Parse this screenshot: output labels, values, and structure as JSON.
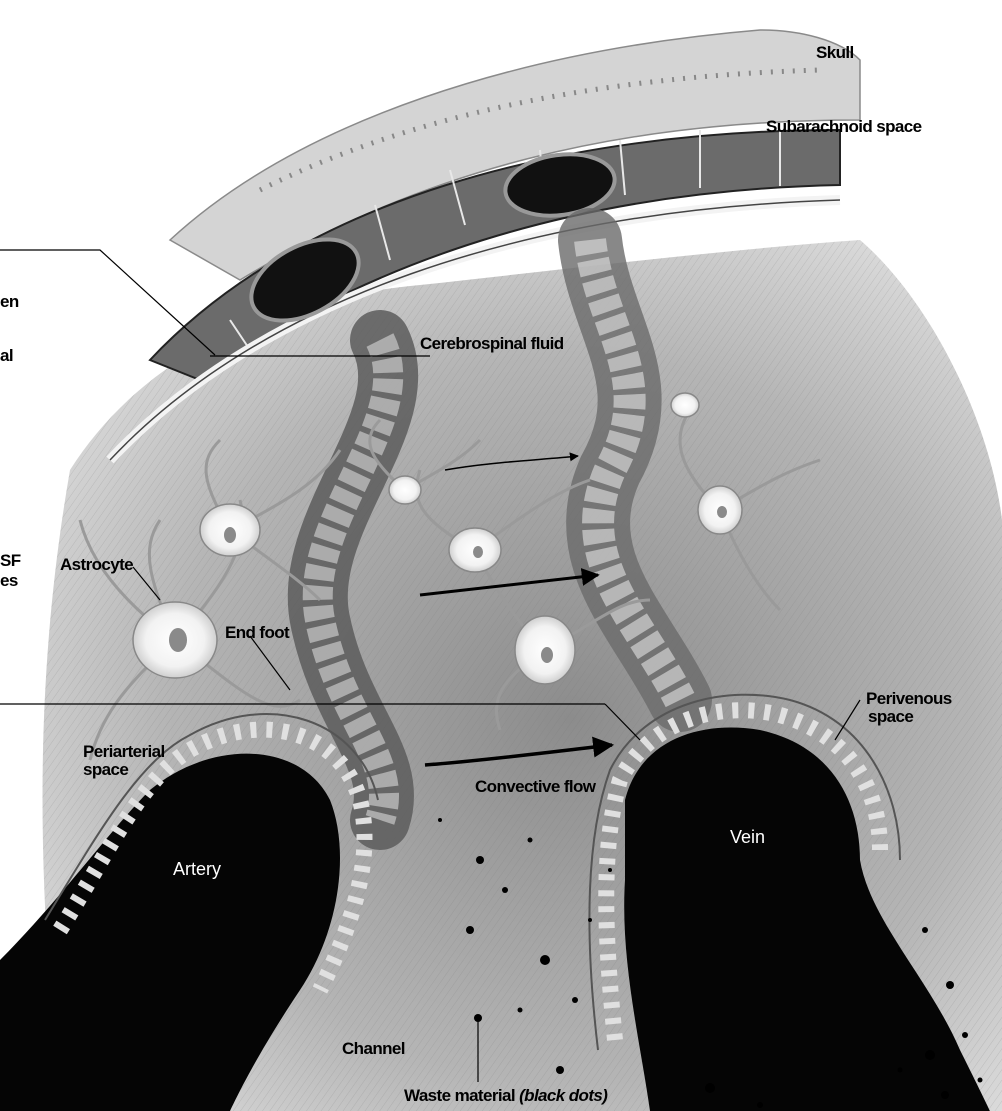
{
  "labels": {
    "skull": "Skull",
    "subarachnoid_space": "Subarachnoid space",
    "cerebrospinal_fluid": "Cerebrospinal fluid",
    "astrocyte": "Astrocyte",
    "end_foot": "End foot",
    "periarterial_space_line1": "Periarterial",
    "periarterial_space_line2": "space",
    "perivenous_space_line1": "Perivenous",
    "perivenous_space_line2": "space",
    "convective_flow": "Convective flow",
    "artery": "Artery",
    "vein": "Vein",
    "channel": "Channel",
    "waste_material": "Waste material",
    "waste_material_note": "(black dots)"
  },
  "cropped_text": {
    "left_1": "en",
    "left_2": "al",
    "left_3": "SF",
    "left_4": "es"
  },
  "colors": {
    "vessel_fill": "#050505",
    "tissue_gray": "#b9b9b9",
    "background": "#ffffff"
  }
}
